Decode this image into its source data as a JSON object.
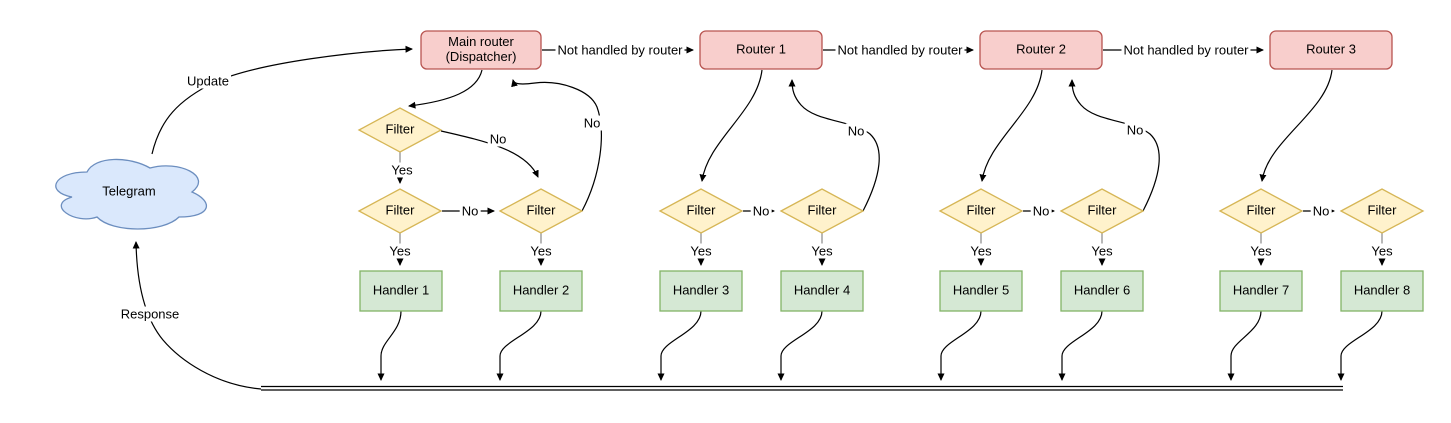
{
  "cloud": {
    "label": "Telegram"
  },
  "routers": [
    {
      "label": "Main router\n(Dispatcher)"
    },
    {
      "label": "Router 1"
    },
    {
      "label": "Router 2"
    },
    {
      "label": "Router 3"
    }
  ],
  "filter_label": "Filter",
  "handlers": [
    {
      "label": "Handler 1"
    },
    {
      "label": "Handler 2"
    },
    {
      "label": "Handler 3"
    },
    {
      "label": "Handler 4"
    },
    {
      "label": "Handler 5"
    },
    {
      "label": "Handler 6"
    },
    {
      "label": "Handler 7"
    },
    {
      "label": "Handler 8"
    }
  ],
  "edge_labels": {
    "update": "Update",
    "response": "Response",
    "not_handled": "Not handled by router",
    "yes": "Yes",
    "no": "No"
  },
  "colors": {
    "router-fill": "#f8cecc",
    "router-stroke": "#b85450",
    "filter-fill": "#fff2cc",
    "filter-stroke": "#d6b656",
    "handler-fill": "#d5e8d4",
    "handler-stroke": "#82b366",
    "cloud-fill": "#dae8fc",
    "cloud-stroke": "#6c8ebf",
    "edge": "#000000",
    "edge-muted": "#999999"
  }
}
